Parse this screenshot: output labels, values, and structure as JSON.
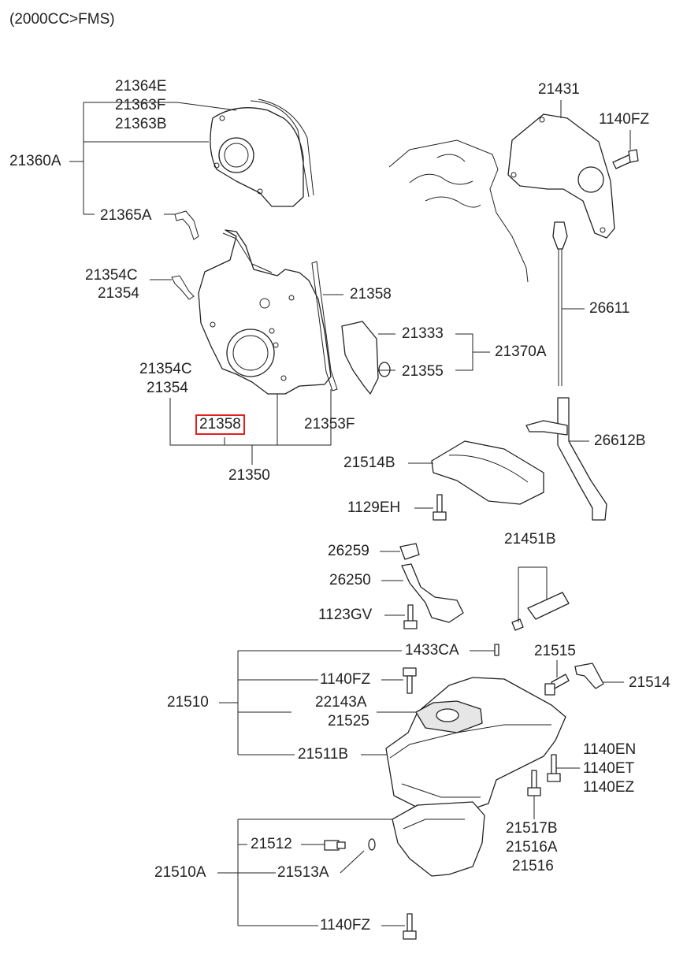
{
  "header": {
    "variant": "(2000CC>FMS)"
  },
  "highlight_color": "#e02020",
  "labels": {
    "p21364E": "21364E",
    "p21363F": "21363F",
    "p21363B": "21363B",
    "p21360A": "21360A",
    "p21365A": "21365A",
    "p21354C_a": "21354C",
    "p21354_a": "21354",
    "p21358_a": "21358",
    "p21354C_b": "21354C",
    "p21354_b": "21354",
    "p21358_b": "21358",
    "p21353F": "21353F",
    "p21350": "21350",
    "p21333": "21333",
    "p21355": "21355",
    "p21370A": "21370A",
    "p21431": "21431",
    "p1140FZ_a": "1140FZ",
    "p26611": "26611",
    "p26612B": "26612B",
    "p21514B": "21514B",
    "p1129EH": "1129EH",
    "p26259": "26259",
    "p26250": "26250",
    "p1123GV": "1123GV",
    "p21451B": "21451B",
    "p1433CA": "1433CA",
    "p21515": "21515",
    "p21514": "21514",
    "p21510": "21510",
    "p1140FZ_b": "1140FZ",
    "p22143A": "22143A",
    "p21525": "21525",
    "p21511B": "21511B",
    "p1140EN": "1140EN",
    "p1140ET": "1140ET",
    "p1140EZ": "1140EZ",
    "p21517B": "21517B",
    "p21516A": "21516A",
    "p21516": "21516",
    "p21512": "21512",
    "p21510A": "21510A",
    "p21513A": "21513A",
    "p1140FZ_c": "1140FZ"
  }
}
